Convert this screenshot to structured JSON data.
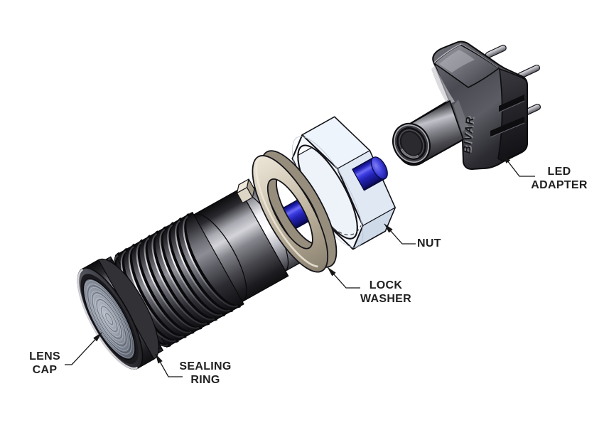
{
  "figure": {
    "kind": "exploded-assembly-diagram",
    "subject": "panel mount LED indicator assembly"
  },
  "callouts": {
    "lens_cap": {
      "line1": "LENS",
      "line2": "CAP"
    },
    "sealing_ring": {
      "line1": "SEALING",
      "line2": "RING"
    },
    "lock_washer": {
      "line1": "LOCK",
      "line2": "WASHER"
    },
    "nut": {
      "line1": "NUT"
    },
    "led_adapter": {
      "line1": "LED",
      "line2": "ADAPTER"
    }
  },
  "branding": {
    "logo_text": "BIVAR"
  },
  "colors": {
    "background": "#ffffff",
    "light_pipe_blue": "#3d3de4",
    "lock_washer_tan": "#c2b8a4",
    "nut_steel_white": "#f5f8fc",
    "body_metal_gray": "#84848c",
    "chrome_collar": "#f4f4f8",
    "adapter_housing_dark": "#4a4a52",
    "leader_line": "#151515",
    "label_text": "#212121"
  }
}
